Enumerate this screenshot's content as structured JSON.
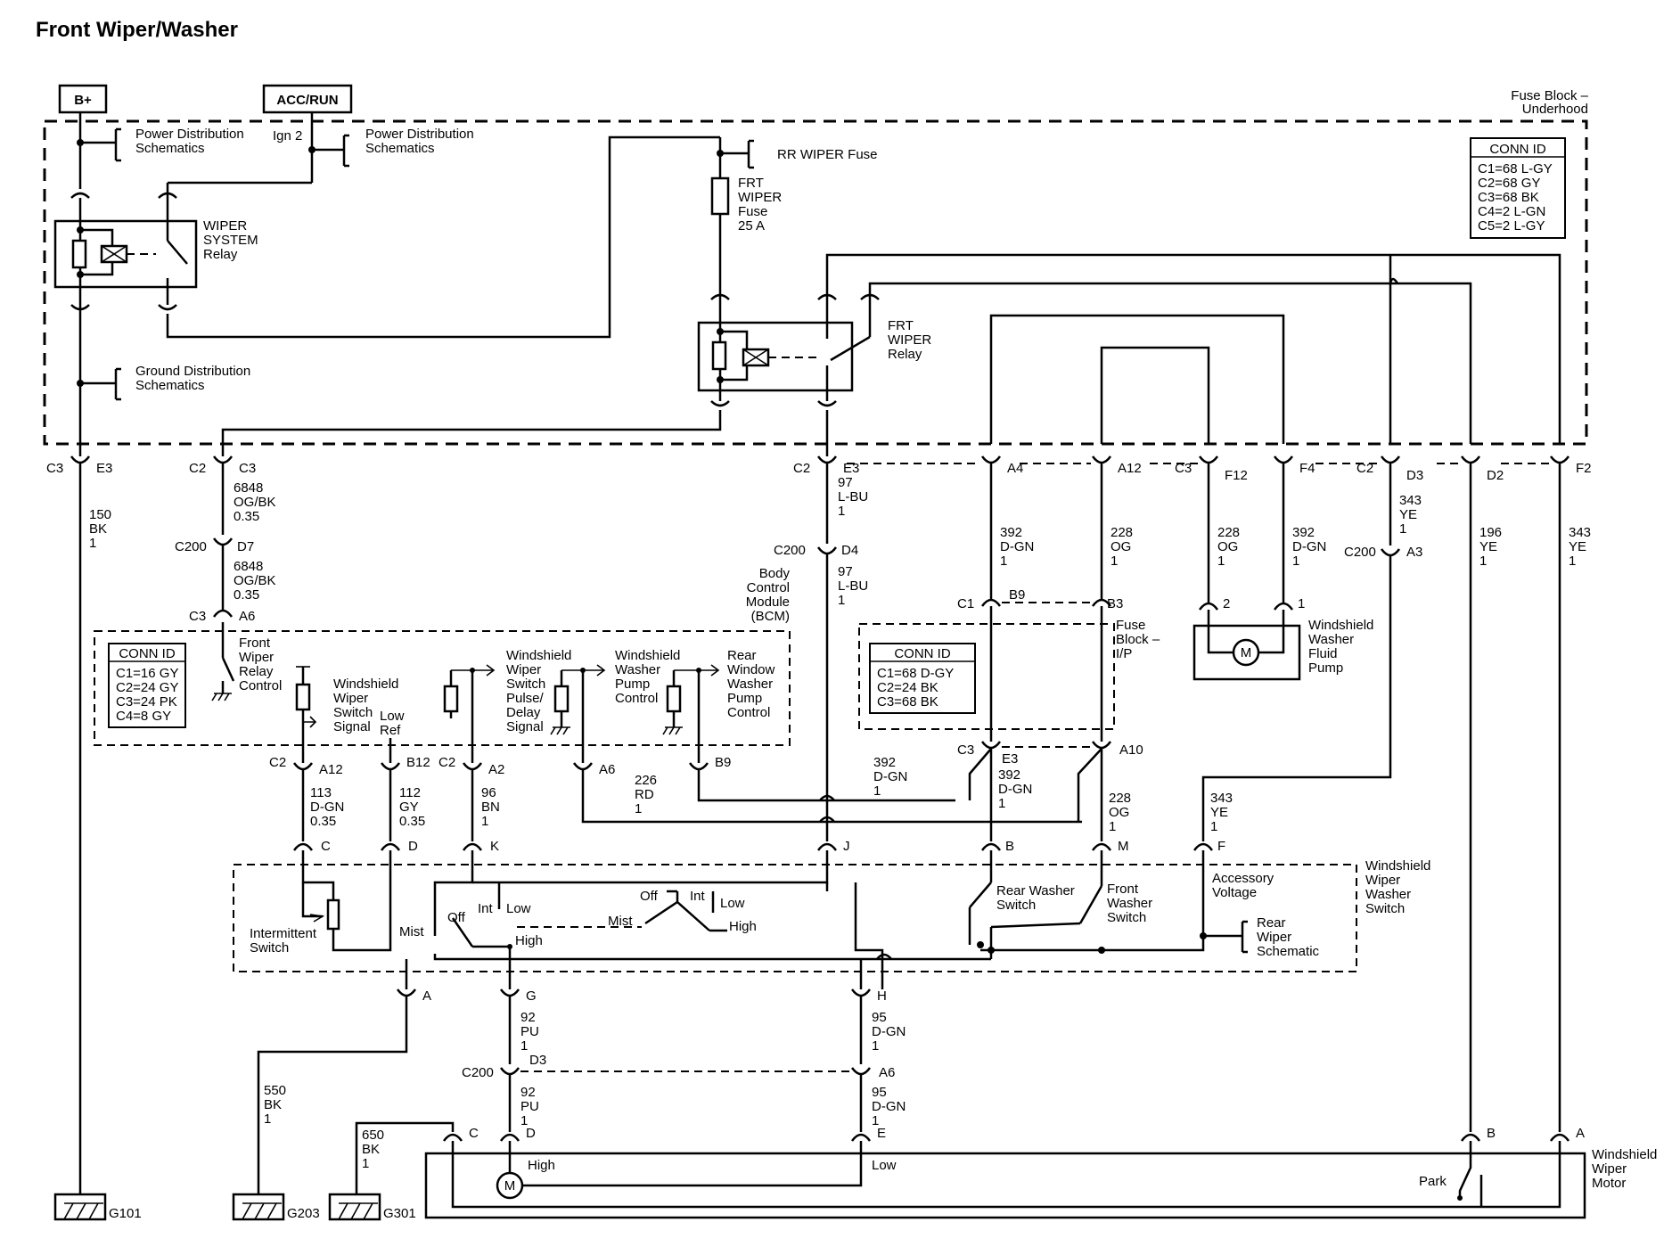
{
  "title": "Front Wiper/Washer",
  "sources": {
    "bplus": "B+",
    "accrun": "ACC/RUN"
  },
  "components": {
    "fuse_block_underhood": [
      "Fuse Block –",
      "Underhood"
    ],
    "fuse_block_ip": [
      "Fuse",
      "Block –",
      "I/P"
    ],
    "bcm": [
      "Body",
      "Control",
      "Module",
      "(BCM)"
    ],
    "wiper_system_relay": [
      "WIPER",
      "SYSTEM",
      "Relay"
    ],
    "frt_wiper_relay": [
      "FRT",
      "WIPER",
      "Relay"
    ],
    "frt_wiper_fuse": [
      "FRT",
      "WIPER",
      "Fuse",
      "25 A"
    ],
    "rr_wiper_fuse": "RR WIPER Fuse",
    "washer_pump": [
      "Windshield",
      "Washer",
      "Fluid",
      "Pump"
    ],
    "switch_assembly": [
      "Windshield",
      "Wiper",
      "Washer",
      "Switch"
    ],
    "wiper_motor": [
      "Windshield",
      "Wiper",
      "Motor"
    ],
    "motor_symbol": "M"
  },
  "references": {
    "power_dist_1": [
      "Power Distribution",
      "Schematics"
    ],
    "ign2": "Ign 2",
    "power_dist_2": [
      "Power Distribution",
      "Schematics"
    ],
    "ground_dist": [
      "Ground Distribution",
      "Schematics"
    ],
    "rear_wiper": [
      "Rear",
      "Wiper",
      "Schematic"
    ]
  },
  "conn_ids": {
    "underhood": {
      "header": "CONN ID",
      "rows": [
        "C1=68 L-GY",
        "C2=68 GY",
        "C3=68 BK",
        "C4=2 L-GN",
        "C5=2 L-GY"
      ]
    },
    "bcm": {
      "header": "CONN ID",
      "rows": [
        "C1=16 GY",
        "C2=24 GY",
        "C3=24 PK",
        "C4=8 GY"
      ]
    },
    "ip": {
      "header": "CONN ID",
      "rows": [
        "C1=68 D-GY",
        "C2=24 BK",
        "C3=68 BK"
      ]
    }
  },
  "bcm_signals": {
    "relay_control": [
      "Front",
      "Wiper",
      "Relay",
      "Control"
    ],
    "switch_signal": [
      "Windshield",
      "Wiper",
      "Switch",
      "Signal"
    ],
    "low_ref": [
      "Low",
      "Ref"
    ],
    "pulse_delay": [
      "Windshield",
      "Wiper",
      "Switch",
      "Pulse/",
      "Delay",
      "Signal"
    ],
    "washer_pump_control": [
      "Windshield",
      "Washer",
      "Pump",
      "Control"
    ],
    "rear_pump_control": [
      "Rear",
      "Window",
      "Washer",
      "Pump",
      "Control"
    ]
  },
  "switch_labels": {
    "intermittent": [
      "Intermittent",
      "Switch"
    ],
    "mist1": "Mist",
    "off1": "Off",
    "int1": "Int",
    "low1": "Low",
    "high1": "High",
    "mist2": "Mist",
    "off2": "Off",
    "int2": "Int",
    "low2": "Low",
    "high2": "High",
    "rear_washer": [
      "Rear Washer",
      "Switch"
    ],
    "front_washer": [
      "Front",
      "Washer",
      "Switch"
    ],
    "accessory": [
      "Accessory",
      "Voltage"
    ]
  },
  "motor_labels": {
    "high": "High",
    "low": "Low",
    "park": "Park"
  },
  "connectors": {
    "c3_e3": [
      "C3",
      "E3"
    ],
    "c2_c3": [
      "C2",
      "C3"
    ],
    "c200_d7": [
      "C200",
      "D7"
    ],
    "c3_a6": [
      "C3",
      "A6"
    ],
    "c2_e3": [
      "C2",
      "E3"
    ],
    "c200_d4": [
      "C200",
      "D4"
    ],
    "a4": "A4",
    "a12_top": "A12",
    "c3_f12": [
      "C3",
      "F12"
    ],
    "f4": "F4",
    "c2_d3": [
      "C2",
      "D3"
    ],
    "d2": "D2",
    "f2": "F2",
    "c200_a3": [
      "C200",
      "A3"
    ],
    "c1_b9": [
      "C1",
      "B9"
    ],
    "b3": "B3",
    "c3_e3_ip": [
      "C3",
      "E3"
    ],
    "a10": "A10",
    "pump_pin2": "2",
    "pump_pin1": "1",
    "c2_a12": [
      "C2",
      "A12"
    ],
    "b12": "B12",
    "c2_a2": [
      "C2",
      "A2"
    ],
    "a6_bcm": "A6",
    "b9_bcm": "B9",
    "sw_c": "C",
    "sw_d": "D",
    "sw_k": "K",
    "sw_j": "J",
    "sw_b": "B",
    "sw_m": "M",
    "sw_f": "F",
    "sw_a": "A",
    "sw_g": "G",
    "sw_h": "H",
    "c200_d3": [
      "C200",
      "D3"
    ],
    "a6_c200": "A6",
    "m_c": "C",
    "m_d": "D",
    "m_e": "E",
    "m_b": "B",
    "m_a": "A"
  },
  "wires": {
    "w150": [
      "150",
      "BK",
      "1"
    ],
    "w6848a": [
      "6848",
      "OG/BK",
      "0.35"
    ],
    "w6848b": [
      "6848",
      "OG/BK",
      "0.35"
    ],
    "w97a": [
      "97",
      "L-BU",
      "1"
    ],
    "w97b": [
      "97",
      "L-BU",
      "1"
    ],
    "w392a": [
      "392",
      "D-GN",
      "1"
    ],
    "w228a": [
      "228",
      "OG",
      "1"
    ],
    "w228b": [
      "228",
      "OG",
      "1"
    ],
    "w392b": [
      "392",
      "D-GN",
      "1"
    ],
    "w343a": [
      "343",
      "YE",
      "1"
    ],
    "w196": [
      "196",
      "YE",
      "1"
    ],
    "w343b": [
      "343",
      "YE",
      "1"
    ],
    "w392c": [
      "392",
      "D-GN",
      "1"
    ],
    "w392d": [
      "392",
      "D-GN",
      "1"
    ],
    "w228c": [
      "228",
      "OG",
      "1"
    ],
    "w343c": [
      "343",
      "YE",
      "1"
    ],
    "w226": [
      "226",
      "RD",
      "1"
    ],
    "w113": [
      "113",
      "D-GN",
      "0.35"
    ],
    "w112": [
      "112",
      "GY",
      "0.35"
    ],
    "w96": [
      "96",
      "BN",
      "1"
    ],
    "w92a": [
      "92",
      "PU",
      "1"
    ],
    "w92b": [
      "92",
      "PU",
      "1"
    ],
    "w95a": [
      "95",
      "D-GN",
      "1"
    ],
    "w95b": [
      "95",
      "D-GN",
      "1"
    ],
    "w550": [
      "550",
      "BK",
      "1"
    ],
    "w650": [
      "650",
      "BK",
      "1"
    ]
  },
  "grounds": {
    "g101": "G101",
    "g203": "G203",
    "g301": "G301"
  }
}
